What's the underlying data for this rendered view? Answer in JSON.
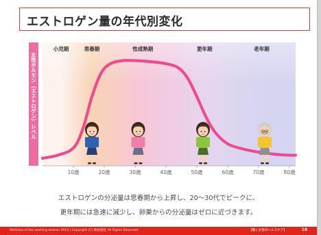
{
  "slide": {
    "title": "エストロゲン量の年代別変化",
    "description_lines": [
      "エストロゲンの分泌量は思春期から上昇し、20～30代でピークに、",
      "更年期には急速に減少し、卵巣からの分泌量はゼロに近づきます。"
    ],
    "footer": {
      "left": "Wellness of the working women 2014 | Copyright (C) 株式会社 All Rights Reserved.",
      "right": "【働く女性のヘルスケア】",
      "page": "18"
    }
  },
  "chart_data": {
    "type": "area",
    "ylabel": "女性ホルモン（エストロゲン）レベル",
    "x_tick_labels": [
      "10歳",
      "20歳",
      "30歳",
      "40歳",
      "50歳",
      "60歳",
      "70歳",
      "80歳"
    ],
    "x_ticks": [
      10,
      20,
      30,
      40,
      50,
      60,
      70,
      80
    ],
    "xlim": [
      0,
      80
    ],
    "phases": [
      {
        "name": "小児期",
        "start": 0,
        "end": 12,
        "color": "#fdf3ee"
      },
      {
        "name": "思春期",
        "start": 12,
        "end": 20,
        "color": "#f8d3b4"
      },
      {
        "name": "性成熟期",
        "start": 20,
        "end": 45,
        "color": "#f7c6d9"
      },
      {
        "name": "更年期",
        "start": 45,
        "end": 60,
        "color": "#e6d5ee"
      },
      {
        "name": "老年期",
        "start": 60,
        "end": 82,
        "color": "#d6d5f1"
      }
    ],
    "curve_x": [
      0,
      5,
      10,
      13,
      16,
      19,
      22,
      26,
      30,
      35,
      40,
      44,
      47,
      50,
      53,
      56,
      60,
      65,
      70,
      75,
      80,
      82
    ],
    "curve_y": [
      0.02,
      0.05,
      0.12,
      0.3,
      0.62,
      0.85,
      0.94,
      0.97,
      0.97,
      0.96,
      0.94,
      0.9,
      0.8,
      0.62,
      0.42,
      0.27,
      0.16,
      0.11,
      0.08,
      0.06,
      0.05,
      0.05
    ],
    "curve_color": "#ef4a8e",
    "figures": [
      {
        "age": 16,
        "shirt": "#2d62b0",
        "skirt": "#263f77",
        "hair": "#3d261a",
        "face": "#f6d2b3"
      },
      {
        "age": 31,
        "shirt": "#ef7fa8",
        "skirt": "#6b6f87",
        "hair": "#3d261a",
        "face": "#f6d2b3"
      },
      {
        "age": 52,
        "shirt": "#8cc63f",
        "skirt": "#4c6b2b",
        "hair": "#3d261a",
        "face": "#f6d2b3"
      },
      {
        "age": 72,
        "shirt": "#f4c430",
        "skirt": "#8f8f8f",
        "hair": "#cfcfcf",
        "face": "#f6d2b3"
      }
    ]
  }
}
